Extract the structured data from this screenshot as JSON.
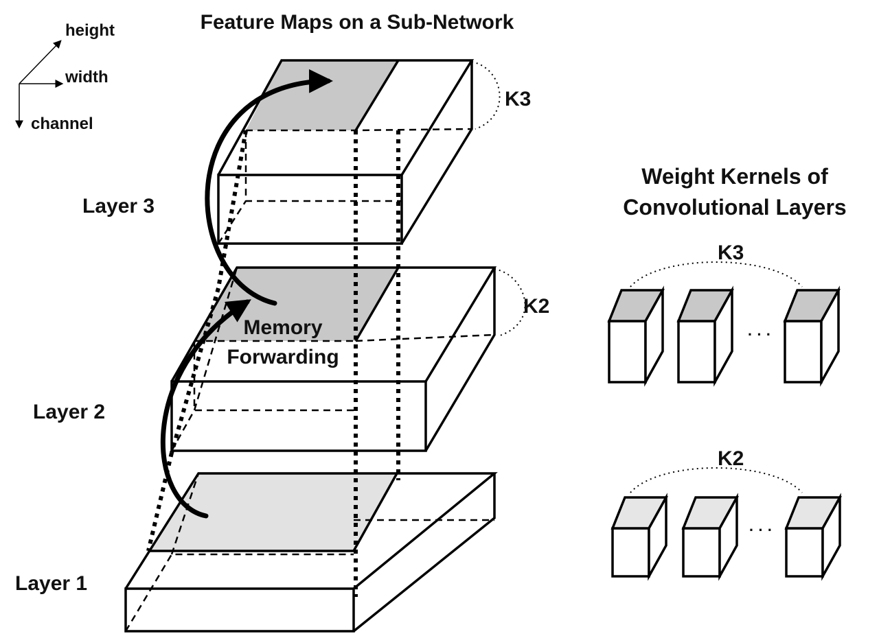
{
  "title": "Feature Maps on a Sub-Network",
  "axes": {
    "height": "height",
    "width": "width",
    "channel": "channel"
  },
  "layers": [
    {
      "label": "Layer 3",
      "kernel": "K3"
    },
    {
      "label": "Layer 2",
      "kernel": "K2"
    },
    {
      "label": "Layer 1"
    }
  ],
  "memory_label": [
    "Memory",
    "Forwarding"
  ],
  "kernels_title": [
    "Weight Kernels of",
    "Convolutional Layers"
  ],
  "kernel_groups": [
    {
      "label": "K3",
      "shade": "#c8c8c8"
    },
    {
      "label": "K2",
      "shade": "#e6e6e6"
    }
  ],
  "ellipsis": "· · ·",
  "colors": {
    "dark_region": "#c8c8c8",
    "light_region": "#e2e2e2",
    "stroke": "#000000"
  }
}
